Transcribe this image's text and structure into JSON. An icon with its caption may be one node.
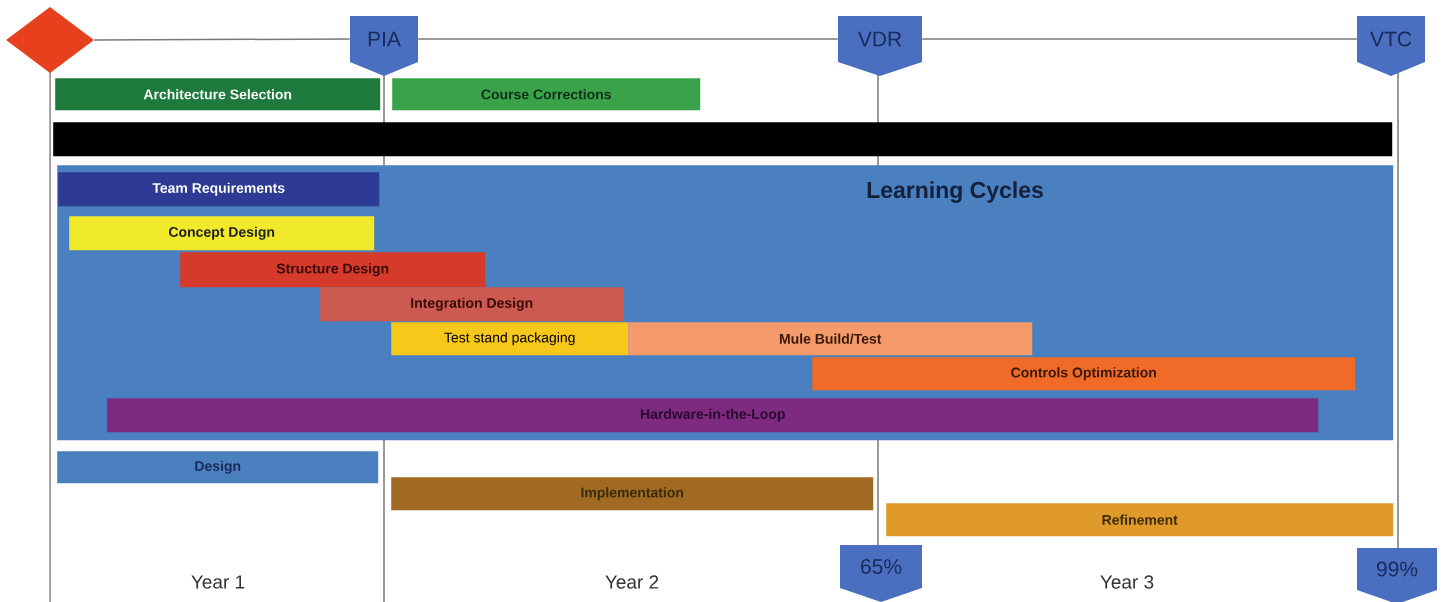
{
  "diagram": {
    "nodes": [
      {
        "text": [],
        "shape": "diamond"
      },
      {
        "text": [
          "PIA"
        ]
      },
      {
        "text": [
          "VDR"
        ]
      },
      {
        "text": [
          "VTC"
        ]
      },
      {
        "text": [
          "Architecture Selection"
        ]
      },
      {
        "text": [
          "Course Corrections"
        ]
      },
      {
        "text": [],
        "shape": "bar"
      },
      {
        "text": [
          "Learning Cycles"
        ]
      },
      {
        "text": [
          "Team Requirements"
        ],
        "in": 7
      },
      {
        "text": [
          "Concept Design"
        ],
        "in": 7
      },
      {
        "text": [
          "Structure Design"
        ],
        "in": 7
      },
      {
        "text": [
          "Integration Design"
        ],
        "in": 7
      },
      {
        "text": [
          "Test stand packaging"
        ],
        "in": 7
      },
      {
        "text": [
          "Mule Build/Test"
        ],
        "in": 7
      },
      {
        "text": [
          "Controls Optimization"
        ],
        "in": 7
      },
      {
        "text": [
          "Hardware-in-the-Loop"
        ],
        "in": 7
      },
      {
        "text": [
          "Design"
        ]
      },
      {
        "text": [
          "Implementation"
        ]
      },
      {
        "text": [
          "Refinement"
        ]
      },
      {
        "text": [
          "65%"
        ]
      },
      {
        "text": [
          "99%"
        ]
      }
    ],
    "edges": [
      {
        "from": 0,
        "to": 1,
        "arrow": "none"
      },
      {
        "from": 1,
        "to": 2,
        "arrow": "none"
      },
      {
        "from": 2,
        "to": 3,
        "arrow": "none"
      }
    ],
    "labels": [
      "Year 1",
      "Year 2",
      "Year 3"
    ]
  }
}
